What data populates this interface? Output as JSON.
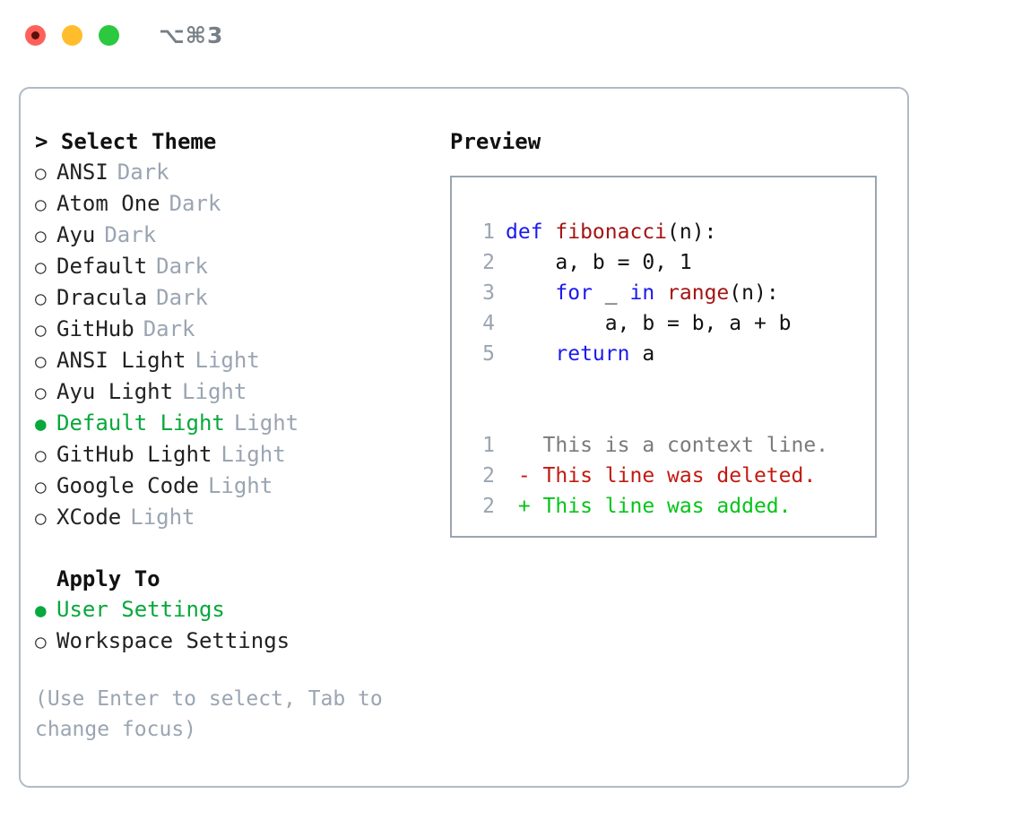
{
  "window": {
    "shortcut": "⌥⌘3",
    "lights": [
      "close-light",
      "minimize-light",
      "maximize-light"
    ]
  },
  "theme_picker": {
    "header": "> Select Theme",
    "options": [
      {
        "bullet": "○",
        "label": "ANSI",
        "badge": "Dark",
        "selected": false
      },
      {
        "bullet": "○",
        "label": "Atom One",
        "badge": "Dark",
        "selected": false
      },
      {
        "bullet": "○",
        "label": "Ayu",
        "badge": "Dark",
        "selected": false
      },
      {
        "bullet": "○",
        "label": "Default",
        "badge": "Dark",
        "selected": false
      },
      {
        "bullet": "○",
        "label": "Dracula",
        "badge": "Dark",
        "selected": false
      },
      {
        "bullet": "○",
        "label": "GitHub",
        "badge": "Dark",
        "selected": false
      },
      {
        "bullet": "○",
        "label": "ANSI Light",
        "badge": "Light",
        "selected": false
      },
      {
        "bullet": "○",
        "label": "Ayu Light",
        "badge": "Light",
        "selected": false
      },
      {
        "bullet": "●",
        "label": "Default Light",
        "badge": "Light",
        "selected": true
      },
      {
        "bullet": "○",
        "label": "GitHub Light",
        "badge": "Light",
        "selected": false
      },
      {
        "bullet": "○",
        "label": "Google Code",
        "badge": "Light",
        "selected": false
      },
      {
        "bullet": "○",
        "label": "XCode",
        "badge": "Light",
        "selected": false
      }
    ]
  },
  "apply_to": {
    "header": "Apply To",
    "options": [
      {
        "bullet": "●",
        "label": "User Settings",
        "selected": true
      },
      {
        "bullet": "○",
        "label": "Workspace Settings",
        "selected": false
      }
    ]
  },
  "hint": "(Use Enter to select, Tab to change focus)",
  "preview": {
    "title": "Preview",
    "code_lines": [
      {
        "num": "1",
        "segments": [
          {
            "text": "def ",
            "cls": "tok-kw"
          },
          {
            "text": "fibonacci",
            "cls": "tok-fn"
          },
          {
            "text": "(n):",
            "cls": "tok-def"
          }
        ]
      },
      {
        "num": "2",
        "segments": [
          {
            "text": "    a, b = 0, 1",
            "cls": "tok-def"
          }
        ]
      },
      {
        "num": "3",
        "segments": [
          {
            "text": "    ",
            "cls": "tok-def"
          },
          {
            "text": "for",
            "cls": "tok-kw"
          },
          {
            "text": " _ ",
            "cls": "tok-def"
          },
          {
            "text": "in",
            "cls": "tok-kw"
          },
          {
            "text": " ",
            "cls": "tok-def"
          },
          {
            "text": "range",
            "cls": "tok-fn"
          },
          {
            "text": "(n):",
            "cls": "tok-def"
          }
        ]
      },
      {
        "num": "4",
        "segments": [
          {
            "text": "        a, b = b, a + b",
            "cls": "tok-def"
          }
        ]
      },
      {
        "num": "5",
        "segments": [
          {
            "text": "    ",
            "cls": "tok-def"
          },
          {
            "text": "return",
            "cls": "tok-kw"
          },
          {
            "text": " a",
            "cls": "tok-def"
          }
        ]
      }
    ],
    "diff_lines": [
      {
        "num": "1",
        "segments": [
          {
            "text": "   This is a context line.",
            "cls": "tok-ctx"
          }
        ]
      },
      {
        "num": "2",
        "segments": [
          {
            "text": " - This line was deleted.",
            "cls": "tok-del"
          }
        ]
      },
      {
        "num": "2",
        "segments": [
          {
            "text": " + This line was added.",
            "cls": "tok-add"
          }
        ]
      }
    ]
  },
  "colors": {
    "selected_green": "#08a83c",
    "badge_grey": "#9aa5b2",
    "keyword_blue": "#1a1aee",
    "function_red": "#a51414",
    "diff_deleted": "#c21a10",
    "diff_added": "#06c41a",
    "border": "#b0bac6"
  }
}
